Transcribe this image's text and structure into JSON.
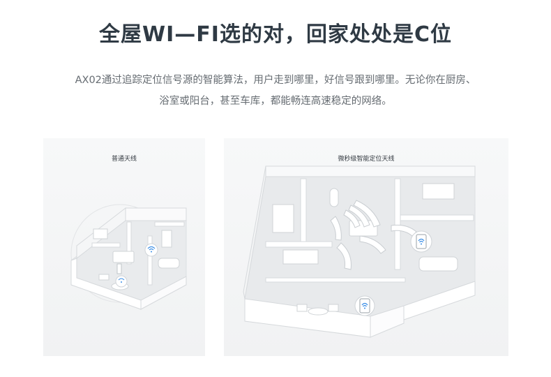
{
  "headline": "全屋WI—FI选的对，回家处处是C位",
  "description": {
    "line1": "AX02通过追踪定位信号源的智能算法，用户走到哪里，好信号跟到哪里。无论你在厨房、",
    "line2": "浴室或阳台，甚至车库，都能畅连高速稳定的网络。"
  },
  "panels": {
    "left_label": "普通天线",
    "right_label": "微秒级智能定位天线"
  },
  "icons": {
    "router": "wifi-router-icon",
    "phone": "wifi-phone-icon"
  },
  "colors": {
    "headline": "#2f3a44",
    "text": "#666c72",
    "wifi_accent": "#3a8ee6"
  }
}
